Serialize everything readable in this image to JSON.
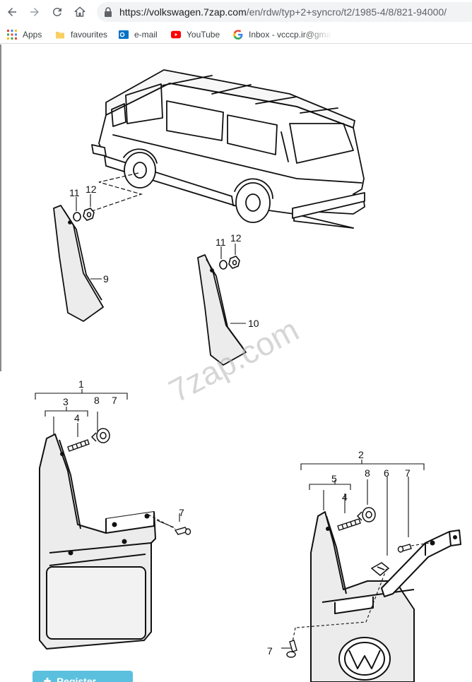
{
  "browser": {
    "url_host": "https://volkswagen.7zap.com",
    "url_path": "/en/rdw/typ+2+syncro/t2/1985-4/8/821-94000/"
  },
  "bookmarks": [
    {
      "label": "Apps",
      "icon": "apps-grid-icon"
    },
    {
      "label": "favourites",
      "icon": "folder-icon"
    },
    {
      "label": "e-mail",
      "icon": "outlook-icon"
    },
    {
      "label": "YouTube",
      "icon": "youtube-icon"
    },
    {
      "label": "Inbox - vcccp.ir@gma",
      "icon": "google-icon"
    }
  ],
  "diagram": {
    "callouts": {
      "top_left_11": "11",
      "top_left_12": "12",
      "top_left_9": "9",
      "top_right_11": "11",
      "top_right_12": "12",
      "top_right_10": "10",
      "group_1": "1",
      "group_3": "3",
      "left_8": "8",
      "left_7_top": "7",
      "left_4": "4",
      "left_7_side": "7",
      "group_2": "2",
      "group_5": "5",
      "right_8": "8",
      "right_6": "6",
      "right_7_top": "7",
      "right_4": "4",
      "right_7_bottom": "7"
    },
    "watermark": "7zap.com"
  },
  "register_button": {
    "label": "Register"
  },
  "colors": {
    "accent": "#5bc0de",
    "youtube": "#ff0000",
    "outlook": "#0072c6"
  }
}
